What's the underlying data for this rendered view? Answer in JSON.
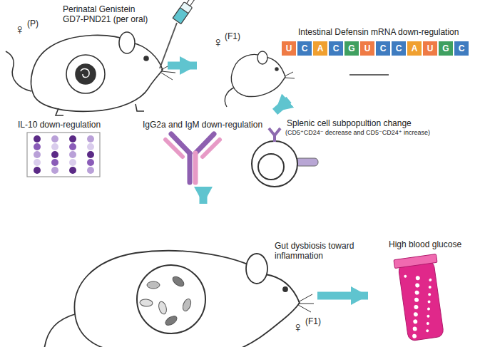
{
  "diagram": {
    "nodes": [
      {
        "text": [
          "Perinatal Genistein",
          "GD7-PND21 (per oral)",
          "♀",
          "(P)"
        ]
      },
      {
        "text": [
          "♀",
          "(F1)",
          "Intestinal Defensin mRNA down-regulation"
        ]
      },
      {
        "text": [
          "IL-10 down-regulation",
          "IgG2a and IgM down-regulation",
          "Splenic cell subpopultion change",
          "(CD5⁺CD24⁻ decrease and CD5⁻CD24⁺ increase)"
        ]
      },
      {
        "text": [
          "Gut dysbiosis toward inflammation",
          "♀",
          "(F1)"
        ]
      },
      {
        "text": [
          "High blood glucose"
        ]
      }
    ],
    "edges": [
      {
        "from": 0,
        "to": 1,
        "arrow": "to"
      },
      {
        "from": 1,
        "to": 2,
        "arrow": "to"
      },
      {
        "from": 2,
        "to": 3,
        "arrow": "to"
      },
      {
        "from": 3,
        "to": 4,
        "arrow": "to"
      }
    ],
    "labels": [
      "U",
      "C",
      "A",
      "C",
      "G",
      "U",
      "C",
      "C",
      "A",
      "U",
      "G",
      "C"
    ]
  }
}
